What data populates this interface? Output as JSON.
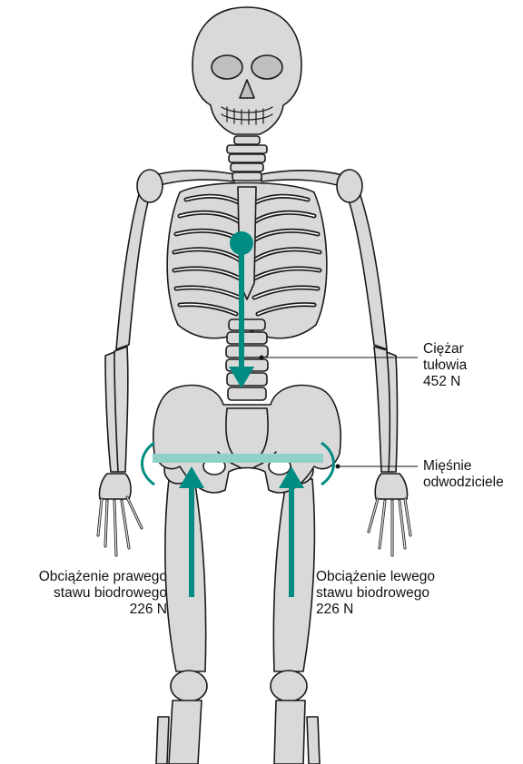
{
  "colors": {
    "bone_fill": "#d9d9d9",
    "bone_stroke": "#1a1a1a",
    "force_teal": "#008c82",
    "bar_light": "#8fd1c9",
    "text": "#111111"
  },
  "labels": {
    "torso_weight": {
      "line1": "Ciężar",
      "line2": "tułowia",
      "value": "452 N"
    },
    "abductors": {
      "line1": "Mięśnie",
      "line2": "odwodziciele"
    },
    "right_hip": {
      "line1": "Obciążenie prawego",
      "line2": "stawu biodrowego",
      "value": "226 N"
    },
    "left_hip": {
      "line1": "Obciążenie lewego",
      "line2": "stawu biodrowego",
      "value": "226 N"
    }
  },
  "forces": {
    "torso_weight_n": 452,
    "right_hip_n": 226,
    "left_hip_n": 226
  }
}
